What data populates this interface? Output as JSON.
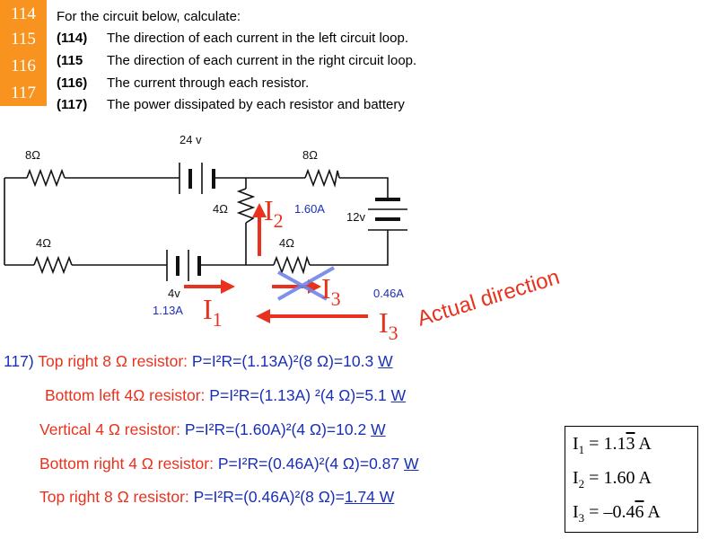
{
  "badge": {
    "numbers": [
      "114",
      "115",
      "116",
      "117"
    ]
  },
  "intro": "For the circuit below, calculate:",
  "questions": [
    {
      "num": "(114)",
      "text": "The direction of each current in the left circuit loop."
    },
    {
      "num": "(115",
      "text": "The direction of each current in the right circuit loop."
    },
    {
      "num": "(116)",
      "text": "The current through each resistor."
    },
    {
      "num": "(117)",
      "text": "The power dissipated by each resistor and battery"
    }
  ],
  "circuit": {
    "labels": {
      "r_top_left": "8Ω",
      "battery_top": "24 v",
      "r_top_right": "8Ω",
      "r_vertical": "4Ω",
      "i2_value": "1.60A",
      "battery_right": "12v",
      "r_bottom_left": "4Ω",
      "r_bottom_right": "4Ω",
      "battery_bottom": "4v",
      "i1_value": "1.13A",
      "i3_value": "0.46A",
      "actual_direction": "Actual direction"
    },
    "currents": {
      "i1": {
        "letter": "I",
        "sub": "1"
      },
      "i2": {
        "letter": "I",
        "sub": "2"
      },
      "i3_crossed": {
        "letter": "I",
        "sub": "3"
      },
      "i3": {
        "letter": "I",
        "sub": "3"
      }
    },
    "colors": {
      "wire": "#111111",
      "arrow": "#e8321e",
      "cross": "#6f86e8",
      "blue_text": "#1a2fb8"
    }
  },
  "equations": [
    {
      "pre": "117)",
      "label": "Top right 8 Ω resistor:",
      "formula": "P=I²R=(1.13A)²(8 Ω)=10.3",
      "unit": "W"
    },
    {
      "pre": "",
      "label": "Bottom left  4Ω resistor:",
      "formula": "P=I²R=(1.13A) ²(4 Ω)=5.1",
      "unit": "W"
    },
    {
      "pre": "",
      "label": "Vertical 4 Ω resistor:",
      "formula": "P=I²R=(1.60A)²(4 Ω)=10.2",
      "unit": "W"
    },
    {
      "pre": "",
      "label": "Bottom right 4 Ω resistor:",
      "formula": "P=I²R=(0.46A)²(4 Ω)=0.87",
      "unit": "W"
    },
    {
      "pre": "",
      "label": "Top right 8 Ω resistor:",
      "formula": "P=I²R=(0.46A)²(8 Ω)=",
      "unit": "1.74 W"
    }
  ],
  "answers": [
    {
      "sym": "I",
      "sub": "1",
      "eq": " = 1.1",
      "ov": "3",
      "unit": " A"
    },
    {
      "sym": "I",
      "sub": "2",
      "eq": " = 1.60 A",
      "ov": "",
      "unit": ""
    },
    {
      "sym": "I",
      "sub": "3",
      "eq": " = –0.4",
      "ov": "6",
      "unit": " A"
    }
  ]
}
